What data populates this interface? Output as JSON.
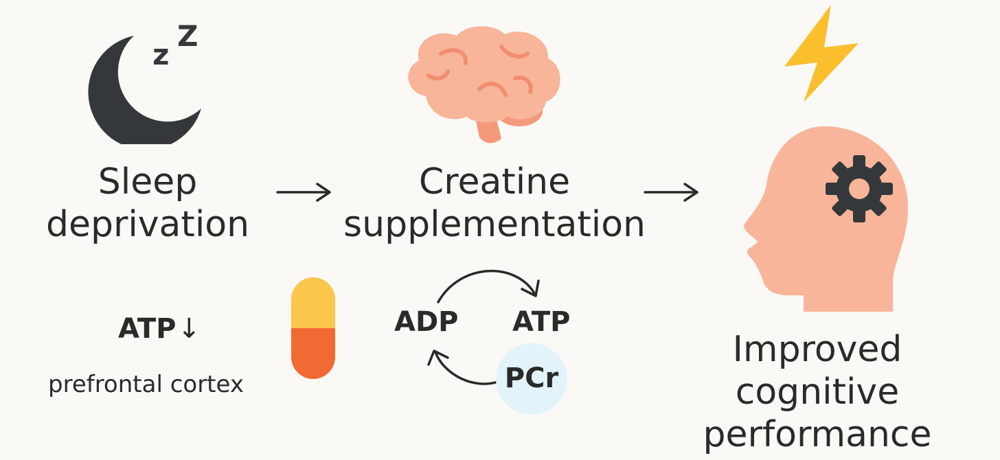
{
  "sleep": {
    "line1": "Sleep",
    "line2": "deprivation",
    "zz_small": "z",
    "zz_large": "Z",
    "atp": "ATP",
    "down_arrow": "↓",
    "region": "prefrontal cortex"
  },
  "creatine": {
    "line1": "Creatine",
    "line2": "supplementation",
    "adp": "ADP",
    "atp": "ATP",
    "pcr": "PCr"
  },
  "outcome": {
    "line1": "Improved",
    "line2": "cognitive",
    "line3": "performance"
  },
  "flow_arrows": [
    "→",
    "→"
  ],
  "colors": {
    "background": "#fbf9f6",
    "moon": "#35383b",
    "brain": "#f8b59a",
    "bolt": "#fbbf2d",
    "head": "#f8b59a",
    "gear": "#35383b",
    "pill_top": "#fbc64c",
    "pill_bottom": "#f26a33",
    "pcr_circle": "#e3f3fa"
  }
}
